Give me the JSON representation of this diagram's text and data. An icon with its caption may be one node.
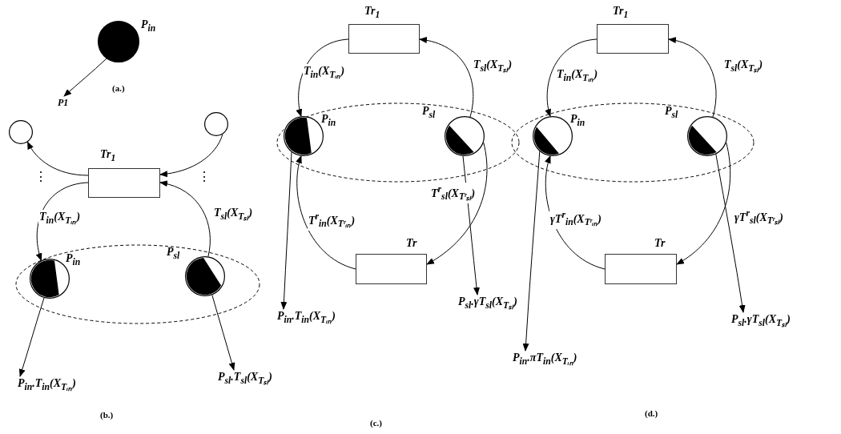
{
  "diagram": {
    "nodes": [
      {
        "text": [
          "P$_{in}$"
        ]
      },
      {
        "text": [
          "P1"
        ]
      },
      {
        "text": [],
        "shape": "circle"
      },
      {
        "text": [],
        "shape": "circle"
      },
      {
        "text": [
          "Tr$_{1}$"
        ]
      },
      {
        "text": [],
        "shape": "ellipse"
      },
      {
        "text": [
          "P$_{in}$"
        ],
        "in": 5
      },
      {
        "text": [
          "P$_{sl}$"
        ],
        "in": 5
      },
      {
        "text": [
          "P$_{in}$.T$_{in}$(X$_{Tᵢₙ}$)"
        ]
      },
      {
        "text": [
          "P$_{sl}$.T$_{sl}$(X$_{Tₛₗ}$)"
        ]
      },
      {
        "text": [
          "Tr$_{1}$"
        ]
      },
      {
        "text": [],
        "shape": "ellipse"
      },
      {
        "text": [
          "P$_{in}$"
        ],
        "in": 11
      },
      {
        "text": [
          "P$_{sl}$"
        ],
        "in": 11
      },
      {
        "text": [
          "Tr"
        ]
      },
      {
        "text": [
          "P$_{in}$.T$_{in}$(X$_{Tᵢₙ}$)"
        ]
      },
      {
        "text": [
          "P$_{sl}$.γT$_{sl}$(X$_{Tₛₗ}$)"
        ]
      },
      {
        "text": [
          "Tr$_{1}$"
        ]
      },
      {
        "text": [],
        "shape": "ellipse"
      },
      {
        "text": [
          "P$_{in}$"
        ],
        "in": 18
      },
      {
        "text": [
          "P$_{sl}$"
        ],
        "in": 18
      },
      {
        "text": [
          "Tr"
        ]
      },
      {
        "text": [
          "P$_{sl}$.γT$_{sl}$(X$_{Tₛₗ}$)"
        ]
      },
      {
        "text": [
          "P$_{in}$.πT$_{in}$(X$_{Tᵢₙ}$)"
        ]
      }
    ],
    "edges": [
      {
        "from": 0,
        "to": 1,
        "arrow": "to"
      },
      {
        "from": 4,
        "to": 2,
        "arrow": "to"
      },
      {
        "from": 3,
        "to": 4,
        "arrow": "to"
      },
      {
        "from": 4,
        "to": 6,
        "arrow": "to",
        "label": "T$_{in}$(X$_{Tᵢₙ}$)"
      },
      {
        "from": 7,
        "to": 4,
        "arrow": "to",
        "label": "T$_{sl}$(X$_{Tₛₗ}$)"
      },
      {
        "from": 6,
        "to": 8,
        "arrow": "to"
      },
      {
        "from": 7,
        "to": 9,
        "arrow": "to"
      },
      {
        "from": 10,
        "to": 12,
        "arrow": "to",
        "label": "T$_{in}$(X$_{Tᵢₙ}$)"
      },
      {
        "from": 13,
        "to": 10,
        "arrow": "to",
        "label": "T$_{sl}$(X$_{Tₛₗ}$)"
      },
      {
        "from": 14,
        "to": 12,
        "arrow": "to",
        "label": "T$^{r}$$_{in}$(X$_{Tʳᵢₙ}$)"
      },
      {
        "from": 13,
        "to": 14,
        "arrow": "to",
        "label": "T$^{r}$$_{sl}$(X$_{Tʳₛₗ}$)"
      },
      {
        "from": 12,
        "to": 15,
        "arrow": "to"
      },
      {
        "from": 13,
        "to": 16,
        "arrow": "to"
      },
      {
        "from": 17,
        "to": 19,
        "arrow": "to",
        "label": "T$_{in}$(X$_{Tᵢₙ}$)"
      },
      {
        "from": 20,
        "to": 17,
        "arrow": "to",
        "label": "T$_{sl}$(X$_{Tₛₗ}$)"
      },
      {
        "from": 21,
        "to": 19,
        "arrow": "to",
        "label": "γT$^{r}$$_{in}$(X$_{Tʳᵢₙ}$)"
      },
      {
        "from": 20,
        "to": 21,
        "arrow": "to",
        "label": "γT$^{r}$$_{sl}$(X$_{Tʳₛₗ}$)"
      },
      {
        "from": 19,
        "to": 23,
        "arrow": "to"
      },
      {
        "from": 20,
        "to": 22,
        "arrow": "to"
      }
    ],
    "labels": [
      "(a.)",
      "⋮",
      "⋮",
      "(b.)",
      "(c.)",
      "(d.)"
    ]
  }
}
